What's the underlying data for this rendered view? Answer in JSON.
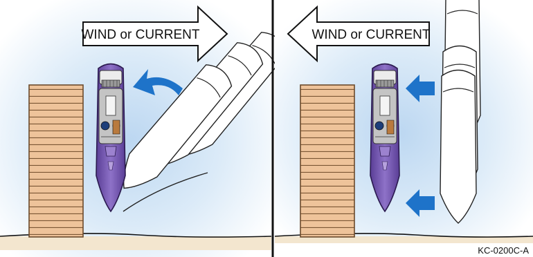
{
  "left_panel": {
    "wind_label": "WIND or CURRENT",
    "wind_direction": "right",
    "drift_arrow_color": "#1e73c9"
  },
  "right_panel": {
    "wind_label": "WIND or CURRENT",
    "wind_direction": "left",
    "push_arrow_color": "#1e73c9"
  },
  "colors": {
    "water_glow": "#cfe3f6",
    "dock_wood": "#e8b98a",
    "dock_outline": "#6b4a2c",
    "boat_hull": "#7b5fb3",
    "boat_deck": "#c9c9c9",
    "shore": "#f3e6cf",
    "divider": "#111111"
  },
  "figure_code": "KC-0200C-A"
}
